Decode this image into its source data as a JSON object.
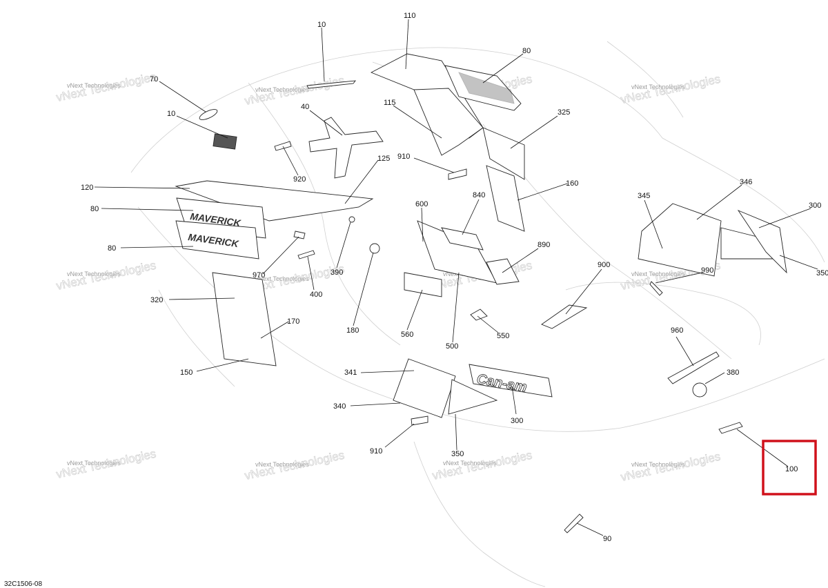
{
  "diagram": {
    "reference": "32C1506-08",
    "watermark": "vNext Technologies",
    "brand_decal_text": "Can-am",
    "decal_text_maverick": "MAVERICK",
    "highlight_color": "#d0111b",
    "callouts": [
      "10",
      "110",
      "80",
      "70",
      "10",
      "40",
      "115",
      "325",
      "910",
      "125",
      "120",
      "80",
      "80",
      "920",
      "600",
      "840",
      "160",
      "345",
      "346",
      "300",
      "970",
      "390",
      "400",
      "890",
      "900",
      "990",
      "350",
      "320",
      "170",
      "180",
      "560",
      "500",
      "550",
      "960",
      "150",
      "341",
      "300",
      "380",
      "340",
      "910",
      "350",
      "100",
      "90"
    ]
  }
}
